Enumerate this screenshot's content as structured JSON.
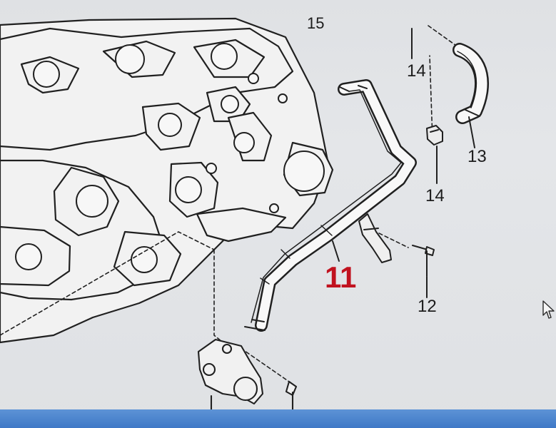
{
  "diagram": {
    "labels": {
      "part_15": "15",
      "part_14_top": "14",
      "part_13": "13",
      "part_14_bottom": "14",
      "part_11": "11",
      "part_12": "12"
    },
    "colors": {
      "background": "#dfe1e4",
      "line": "#202020",
      "highlight": "#c1121f",
      "taskbar": "#3e78c6"
    },
    "icons": {
      "cursor": "mouse-pointer-icon"
    }
  }
}
